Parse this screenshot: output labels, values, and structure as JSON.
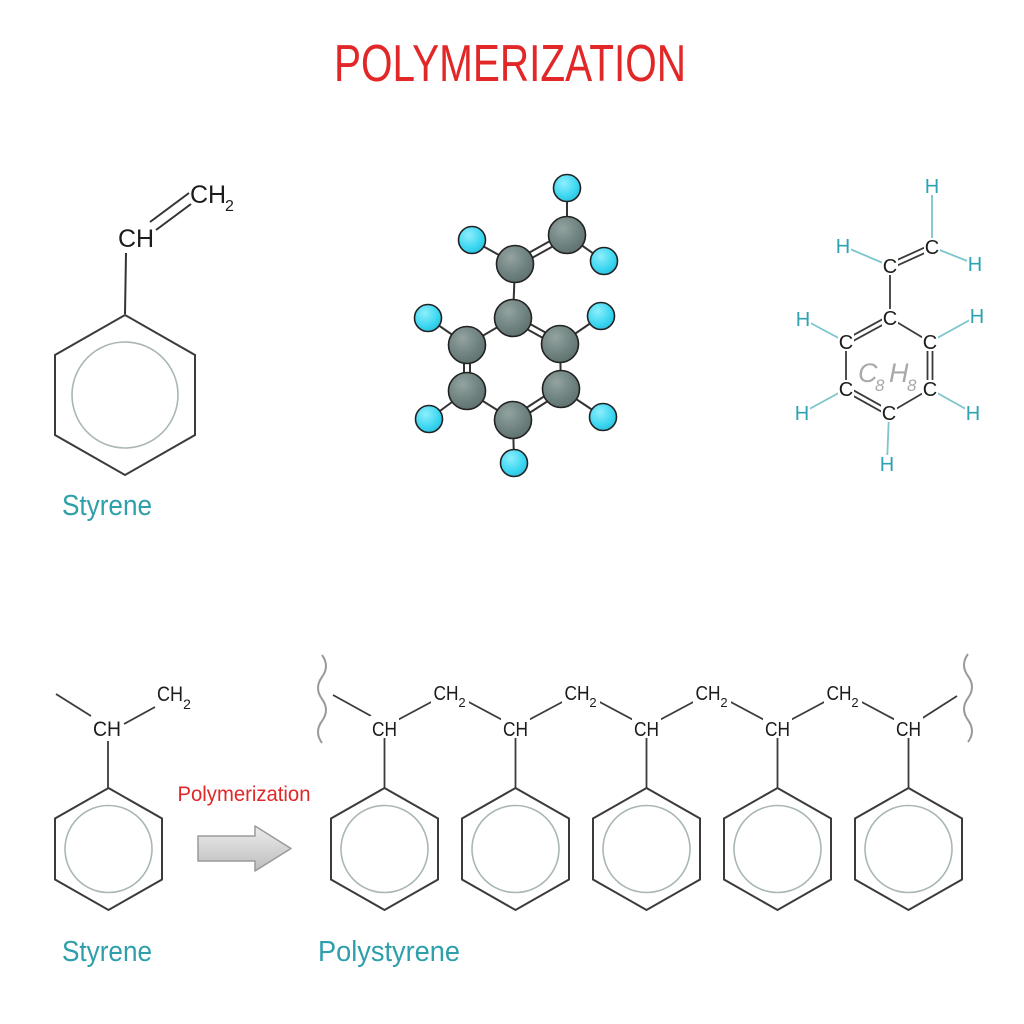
{
  "title": {
    "text": "POLYMERIZATION",
    "color": "#e12727"
  },
  "colors": {
    "accent_red": "#e12727",
    "label_teal": "#2e9fab",
    "hydrogen_text_teal": "#2fa3b4",
    "teal_bond": "#7cc5cd",
    "carbon_sphere": "#6d817f",
    "hydrogen_sphere": "#3fd8f2",
    "bond_black": "#333333",
    "formula_gray": "#a9a9a9",
    "ring_inner_circle": "#aab6b6",
    "arrow_gray": "#c9c9c9"
  },
  "skeletal_styrene": {
    "ch2_main": "CH",
    "ch2_sub": "2",
    "ch": "CH",
    "caption": "Styrene"
  },
  "ball_and_stick_model": {
    "carbon_atoms": 8,
    "hydrogen_atoms": 8
  },
  "structural_formula": {
    "c": "C",
    "h": "H",
    "formula": {
      "c": "C",
      "c_sub": "8",
      "h": "H",
      "h_sub": "8"
    }
  },
  "reaction": {
    "arrow_label": "Polymerization",
    "monomer": {
      "ch": "CH",
      "ch2_main": "CH",
      "ch2_sub": "2",
      "caption": "Styrene"
    },
    "polymer": {
      "ch": "CH",
      "ch2_main": "CH",
      "ch2_sub": "2",
      "caption": "Polystyrene",
      "repeat_units": 5
    }
  }
}
